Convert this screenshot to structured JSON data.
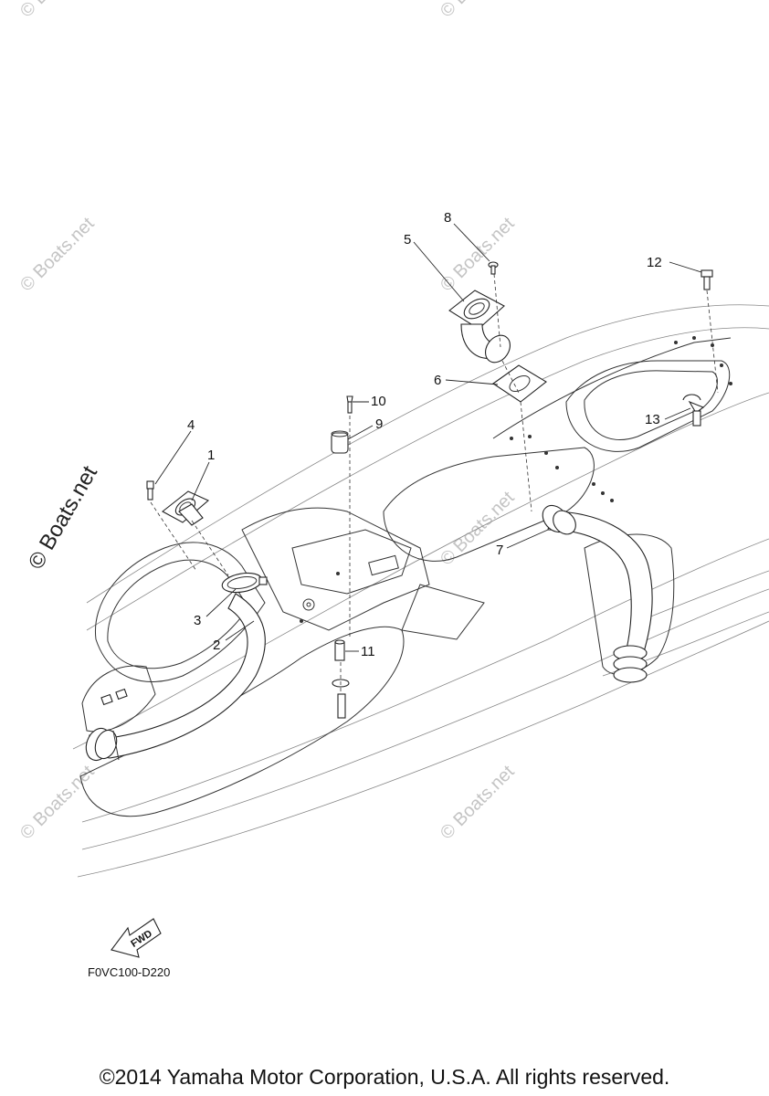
{
  "watermark": {
    "text": "© Boats.net",
    "main_text": "© Boats.net"
  },
  "callouts": [
    "1",
    "2",
    "3",
    "4",
    "5",
    "6",
    "7",
    "8",
    "9",
    "10",
    "11",
    "12",
    "13"
  ],
  "part_code": "F0VC100-D220",
  "fwd_label": "FWD",
  "copyright": "©2014 Yamaha Motor Corporation, U.S.A. All rights reserved."
}
